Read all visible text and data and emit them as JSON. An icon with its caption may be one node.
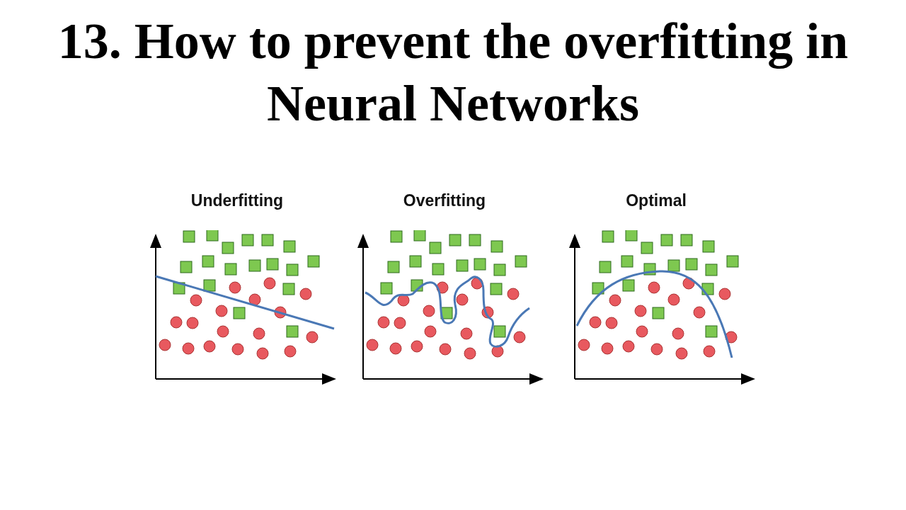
{
  "diagram": {
    "title": "13. How to prevent the overfitting in Neural Networks",
    "labels": [
      "Underfitting",
      "Overfitting",
      "Optimal"
    ]
  }
}
